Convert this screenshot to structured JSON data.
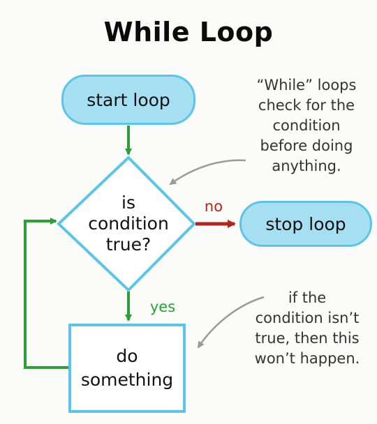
{
  "title": "While Loop",
  "nodes": {
    "start": "start loop",
    "decision": [
      "is",
      "condition",
      "true?"
    ],
    "stop": "stop loop",
    "process": [
      "do",
      "something"
    ]
  },
  "edge_labels": {
    "no": "no",
    "yes": "yes"
  },
  "notes": {
    "while_note": [
      "“While” loops",
      "check for the",
      "condition",
      "before doing",
      "anything."
    ],
    "skip_note": [
      "if the",
      "condition isn’t",
      "true, then this",
      "won’t happen."
    ]
  },
  "colors": {
    "node_fill": "#a6dff2",
    "node_border": "#5cc4e4",
    "flow_arrow": "#2e9e36",
    "no_arrow": "#b3261e",
    "pointer_arrow": "#9a9a9a"
  }
}
